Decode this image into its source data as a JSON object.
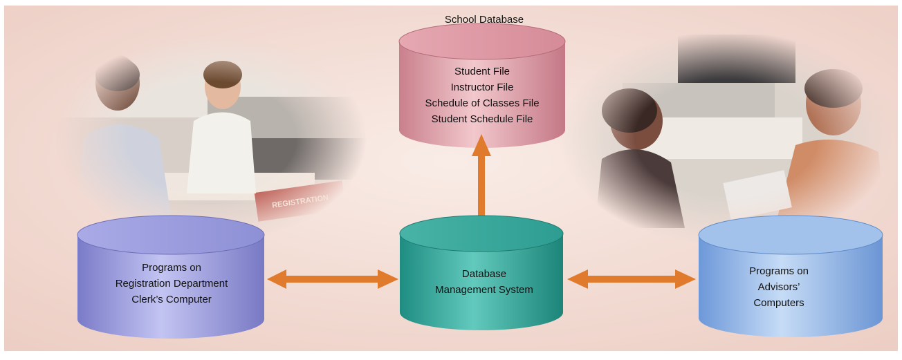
{
  "title": "School Database",
  "school_db": {
    "files": [
      "Student File",
      "Instructor File",
      "Schedule of Classes File",
      "Student Schedule File"
    ]
  },
  "dbms": {
    "lines": [
      "Database",
      "Management System"
    ]
  },
  "registration": {
    "lines": [
      "Programs on",
      "Registration Department",
      "Clerk’s Computer"
    ],
    "sign": "REGISTRATION"
  },
  "advisors": {
    "lines": [
      "Programs on",
      "Advisors’",
      "Computers"
    ]
  },
  "colors": {
    "background": "#f3dcd4",
    "school_db": "#d99aa4",
    "dbms": "#3aa79c",
    "registration": "#9a9ade",
    "advisors": "#8fb6e8",
    "arrow": "#e07a2c"
  }
}
